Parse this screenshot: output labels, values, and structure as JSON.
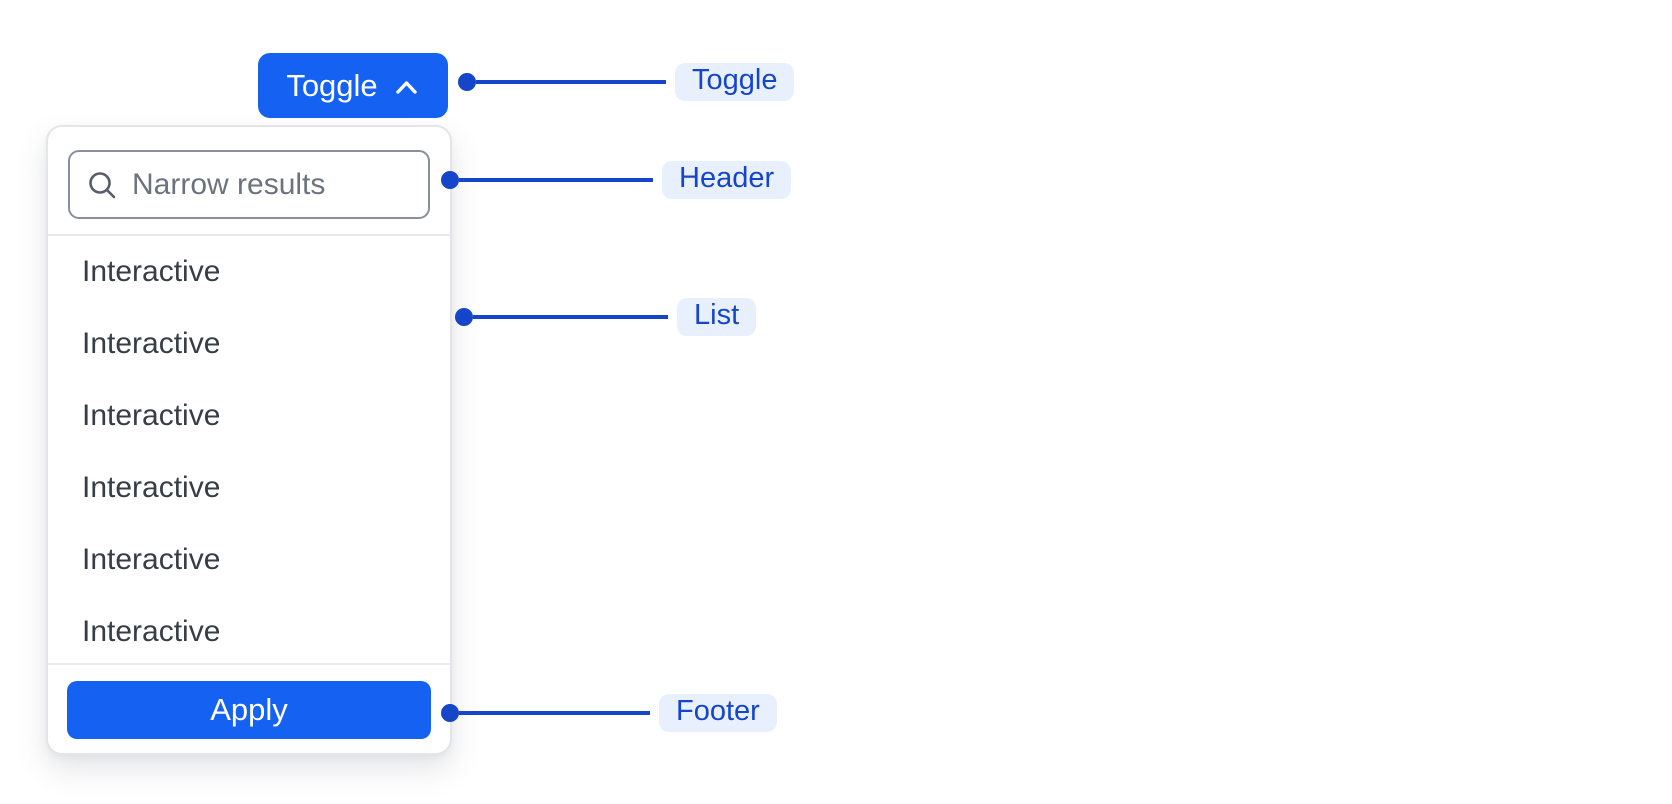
{
  "toggle_button": {
    "label": "Toggle",
    "icon": "chevron-up-icon"
  },
  "dropdown": {
    "search": {
      "placeholder": "Narrow results",
      "icon": "search-icon",
      "value": ""
    },
    "items": [
      "Interactive",
      "Interactive",
      "Interactive",
      "Interactive",
      "Interactive",
      "Interactive"
    ],
    "footer": {
      "apply_label": "Apply"
    }
  },
  "annotations": {
    "toggle": {
      "label": "Toggle"
    },
    "header": {
      "label": "Header"
    },
    "list": {
      "label": "List"
    },
    "footer": {
      "label": "Footer"
    }
  },
  "colors": {
    "primary_button": "#1562F2",
    "annotation_accent": "#1545C8",
    "annotation_pill_bg": "#E9F0FD",
    "panel_border": "#E4E5E9",
    "divider": "#E9EAED",
    "input_border": "#8A909B",
    "list_text": "#373D47",
    "placeholder_text": "#6C727E"
  }
}
